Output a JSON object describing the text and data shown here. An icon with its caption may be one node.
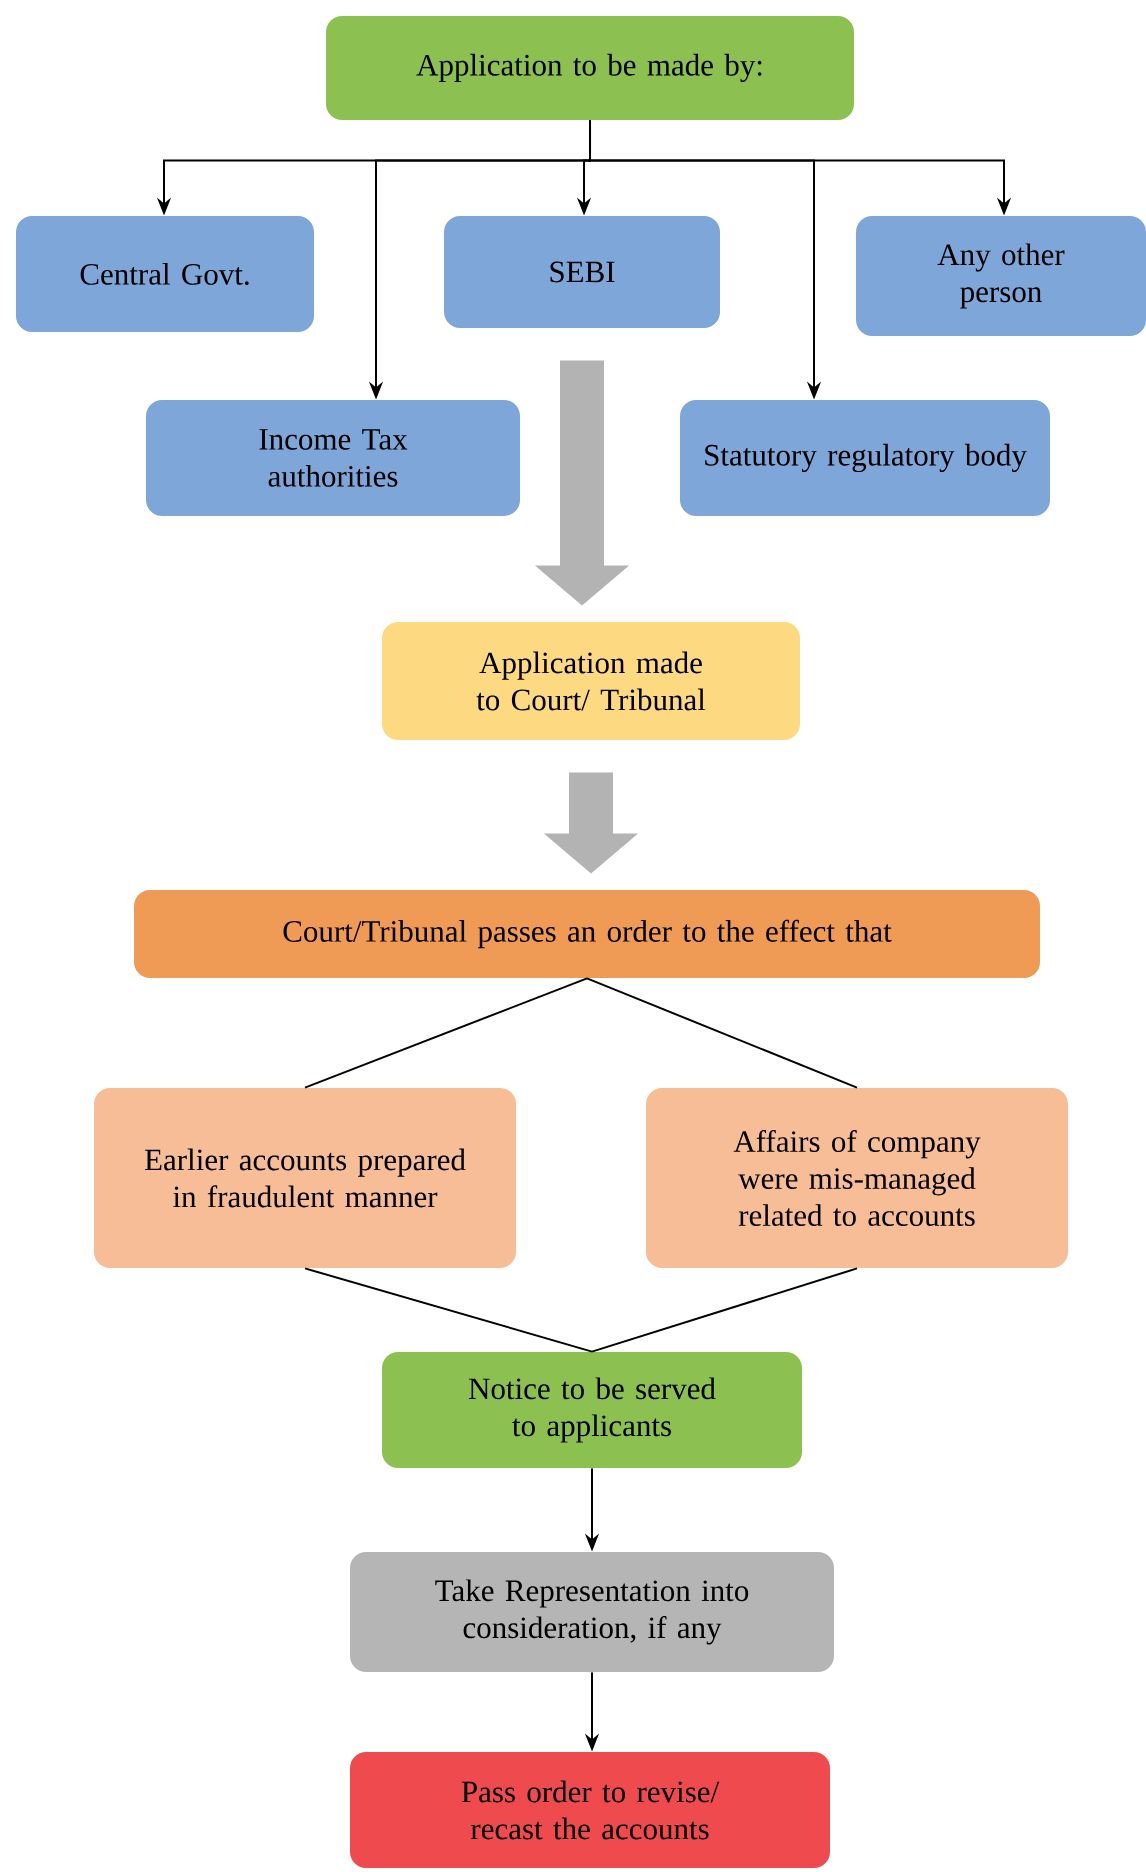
{
  "diagram": {
    "nodes": [
      {
        "text": [
          "Application to be made by:"
        ]
      },
      {
        "text": [
          "Central Govt."
        ]
      },
      {
        "text": [
          "SEBI"
        ]
      },
      {
        "text": [
          "Any other person"
        ]
      },
      {
        "text": [
          "Income Tax authorities"
        ]
      },
      {
        "text": [
          "Statutory regulatory body"
        ]
      },
      {
        "text": [
          "Application made to Court/ Tribunal"
        ]
      },
      {
        "text": [
          "Court/Tribunal passes an order to the effect that"
        ]
      },
      {
        "text": [
          "Earlier accounts prepared in fraudulent manner"
        ]
      },
      {
        "text": [
          "Affairs of company were mis-managed related to accounts"
        ]
      },
      {
        "text": [
          "Notice to be served to applicants"
        ]
      },
      {
        "text": [
          "Take Representation into consideration, if any"
        ]
      },
      {
        "text": [
          "Pass order to revise/ recast the accounts"
        ]
      }
    ],
    "edges": [
      {
        "from": 0,
        "to": 1,
        "arrow": "to"
      },
      {
        "from": 0,
        "to": 4,
        "arrow": "to"
      },
      {
        "from": 0,
        "to": 2,
        "arrow": "to"
      },
      {
        "from": 0,
        "to": 5,
        "arrow": "to"
      },
      {
        "from": 0,
        "to": 3,
        "arrow": "to"
      },
      {
        "from": 2,
        "to": 6,
        "arrow": "to",
        "style": "thick",
        "color": "#b3b3b3"
      },
      {
        "from": 6,
        "to": 7,
        "arrow": "to",
        "style": "thick",
        "color": "#b3b3b3"
      },
      {
        "from": 7,
        "to": 8,
        "arrow": "none"
      },
      {
        "from": 7,
        "to": 9,
        "arrow": "none"
      },
      {
        "from": 8,
        "to": 10,
        "arrow": "none"
      },
      {
        "from": 9,
        "to": 10,
        "arrow": "none"
      },
      {
        "from": 10,
        "to": 11,
        "arrow": "to"
      },
      {
        "from": 11,
        "to": 12,
        "arrow": "to"
      }
    ]
  }
}
